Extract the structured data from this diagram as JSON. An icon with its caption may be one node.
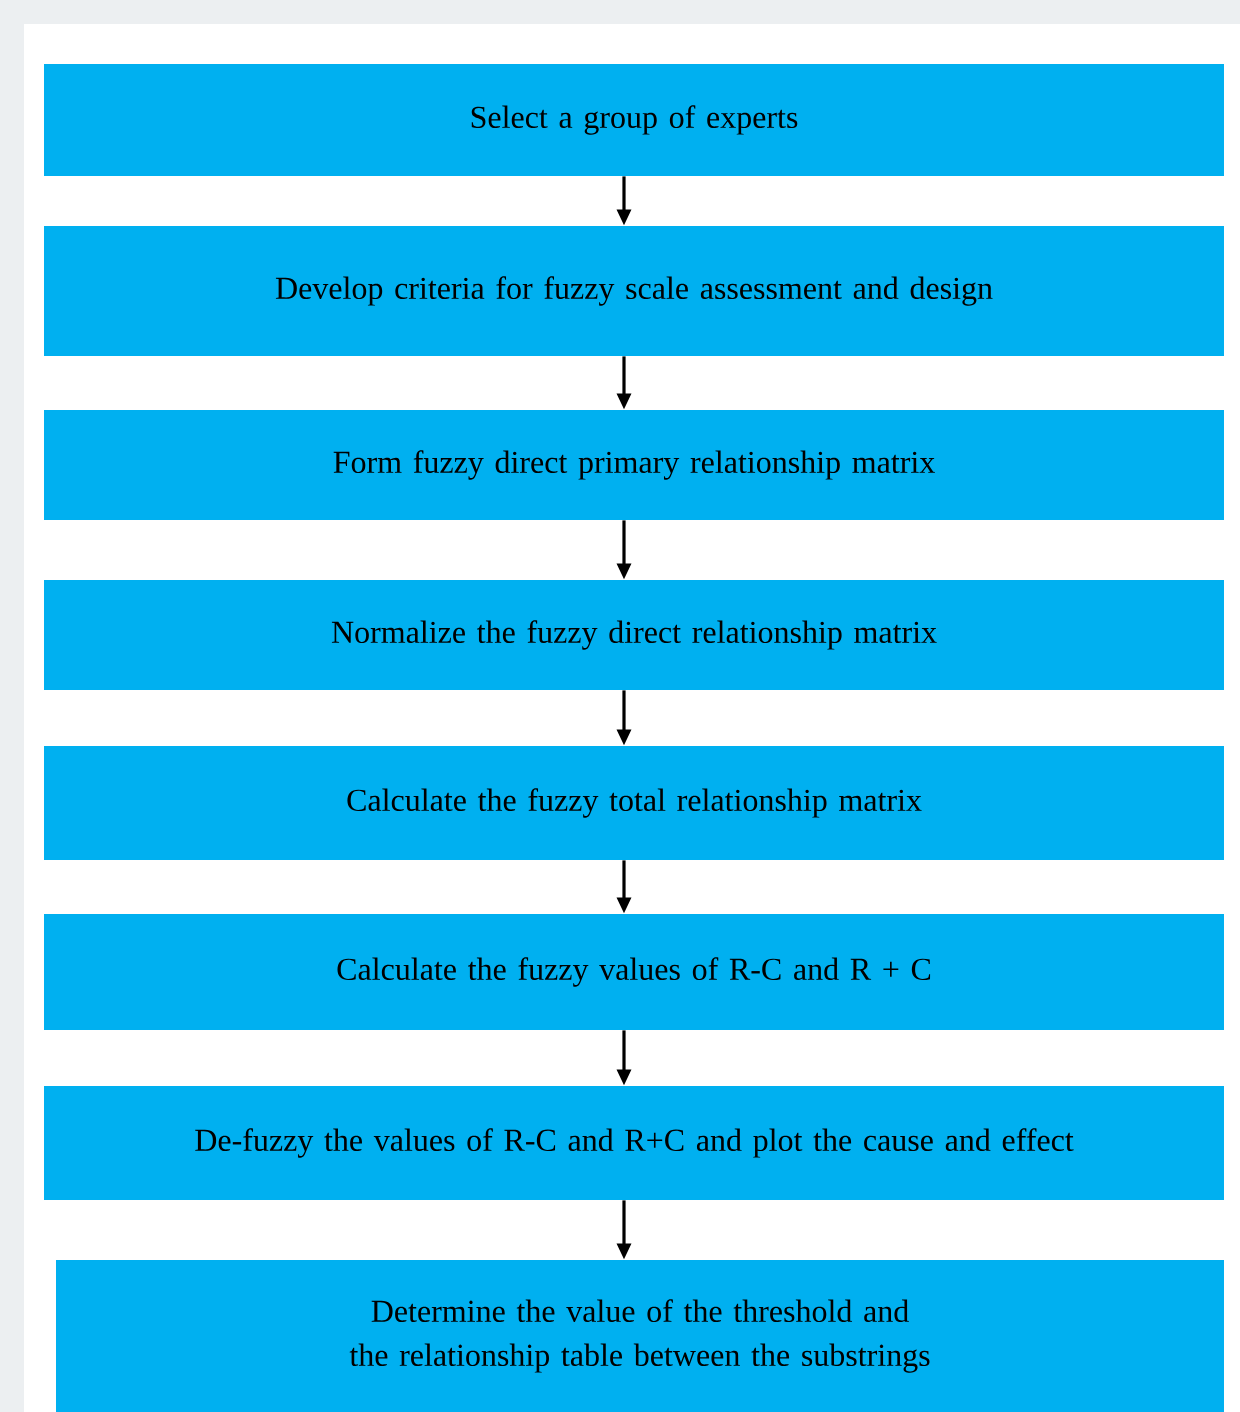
{
  "diagram": {
    "nodes": [
      {
        "text": [
          "Select a group of experts"
        ]
      },
      {
        "text": [
          "Develop criteria for fuzzy scale assessment and design"
        ]
      },
      {
        "text": [
          "Form fuzzy direct primary relationship matrix"
        ]
      },
      {
        "text": [
          "Normalize the fuzzy direct relationship matrix"
        ]
      },
      {
        "text": [
          "Calculate the fuzzy total relationship matrix"
        ]
      },
      {
        "text": [
          "Calculate the fuzzy values of R-C and R + C"
        ]
      },
      {
        "text": [
          "De-fuzzy the values of R-C and R+C and plot the cause and effect"
        ]
      },
      {
        "text": [
          "Determine the value of the threshold and the relationship table between the substrings"
        ]
      }
    ],
    "edges": [
      {
        "from": 0,
        "to": 1,
        "arrow": "to"
      },
      {
        "from": 1,
        "to": 2,
        "arrow": "to"
      },
      {
        "from": 2,
        "to": 3,
        "arrow": "to"
      },
      {
        "from": 3,
        "to": 4,
        "arrow": "to"
      },
      {
        "from": 4,
        "to": 5,
        "arrow": "to"
      },
      {
        "from": 5,
        "to": 6,
        "arrow": "to"
      },
      {
        "from": 6,
        "to": 7,
        "arrow": "to"
      }
    ]
  }
}
